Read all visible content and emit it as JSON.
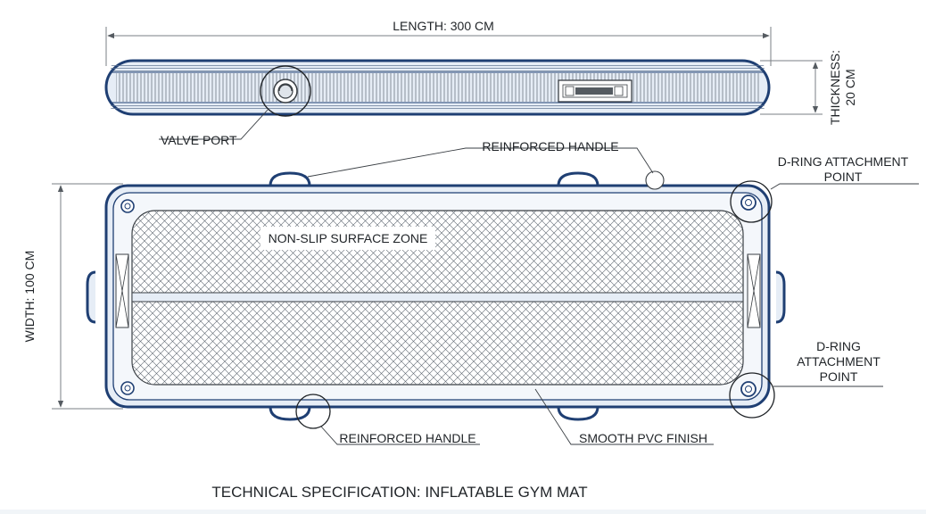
{
  "caption": "TECHNICAL SPECIFICATION: INFLATABLE GYM MAT",
  "dimensions": {
    "length": "LENGTH: 300 CM",
    "width": "WIDTH: 100 CM",
    "thickness_line1": "THICKNESS:",
    "thickness_line2": "20 CM"
  },
  "callouts": {
    "valve_port": "VALVE PORT",
    "handle_top": "REINFORCED HANDLE",
    "handle_bottom": "REINFORCED HANDLE",
    "dring_top_line1": "D-RING ATTACHMENT",
    "dring_top_line2": "POINT",
    "dring_bottom_line1": "D-RING",
    "dring_bottom_line2": "ATTACHMENT",
    "dring_bottom_line3": "POINT",
    "surface_zone": "NON-SLIP SURFACE ZONE",
    "finish": "SMOOTH PVC FINISH"
  },
  "colors": {
    "outline": "#1f3f73",
    "fill": "#e6edf6",
    "mesh": "#5d6670",
    "ink": "#1f2327"
  }
}
